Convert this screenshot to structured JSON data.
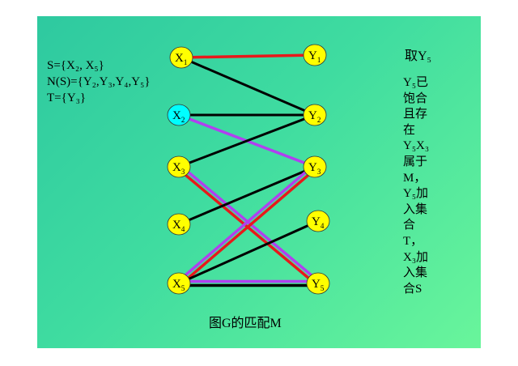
{
  "left_text": {
    "S": "S={X₂, X₅}",
    "NS": "N(S)={Y₂,Y₃,Y₄,Y₅}",
    "T": "T={Y₃}"
  },
  "right_title": "取Y₅",
  "right_lines": [
    "Y₅已",
    "饱合",
    "且存",
    "在",
    "Y₅X₃",
    "属于",
    "M，",
    "Y₅加",
    "入集",
    "合",
    "T，",
    "X₃加",
    "入集",
    "合S"
  ],
  "caption": "图G的匹配M",
  "nodes": [
    {
      "id": "X1",
      "letter": "X",
      "sub": "1",
      "color": "#ffff00"
    },
    {
      "id": "X2",
      "letter": "X",
      "sub": "2",
      "color": "#00ffff"
    },
    {
      "id": "X3",
      "letter": "X",
      "sub": "3",
      "color": "#ffff00"
    },
    {
      "id": "X4",
      "letter": "X",
      "sub": "4",
      "color": "#ffff00"
    },
    {
      "id": "X5",
      "letter": "X",
      "sub": "5",
      "color": "#ffff00"
    },
    {
      "id": "Y1",
      "letter": "Y",
      "sub": "1",
      "color": "#ffff00"
    },
    {
      "id": "Y2",
      "letter": "Y",
      "sub": "2",
      "color": "#ffff00"
    },
    {
      "id": "Y3",
      "letter": "Y",
      "sub": "3",
      "color": "#ffff00"
    },
    {
      "id": "Y4",
      "letter": "Y",
      "sub": "4",
      "color": "#ffff00"
    },
    {
      "id": "Y5",
      "letter": "Y",
      "sub": "5",
      "color": "#ffff00"
    }
  ],
  "edges": [
    {
      "from": "X1",
      "to": "Y1",
      "type": "matching",
      "color": "#e8191b"
    },
    {
      "from": "X1",
      "to": "Y2",
      "type": "edge",
      "color": "#000000"
    },
    {
      "from": "X2",
      "to": "Y2",
      "type": "edge",
      "color": "#000000"
    },
    {
      "from": "X2",
      "to": "Y3",
      "type": "highlight",
      "color": "#b040f0"
    },
    {
      "from": "X3",
      "to": "Y2",
      "type": "edge",
      "color": "#000000"
    },
    {
      "from": "X3",
      "to": "Y5",
      "type": "matching+highlight",
      "color": "#e8191b"
    },
    {
      "from": "X4",
      "to": "Y3",
      "type": "edge",
      "color": "#000000"
    },
    {
      "from": "X5",
      "to": "Y3",
      "type": "matching+highlight",
      "color": "#e8191b"
    },
    {
      "from": "X5",
      "to": "Y4",
      "type": "edge",
      "color": "#000000"
    },
    {
      "from": "X5",
      "to": "Y5",
      "type": "edge+highlight",
      "color": "#000000"
    }
  ]
}
